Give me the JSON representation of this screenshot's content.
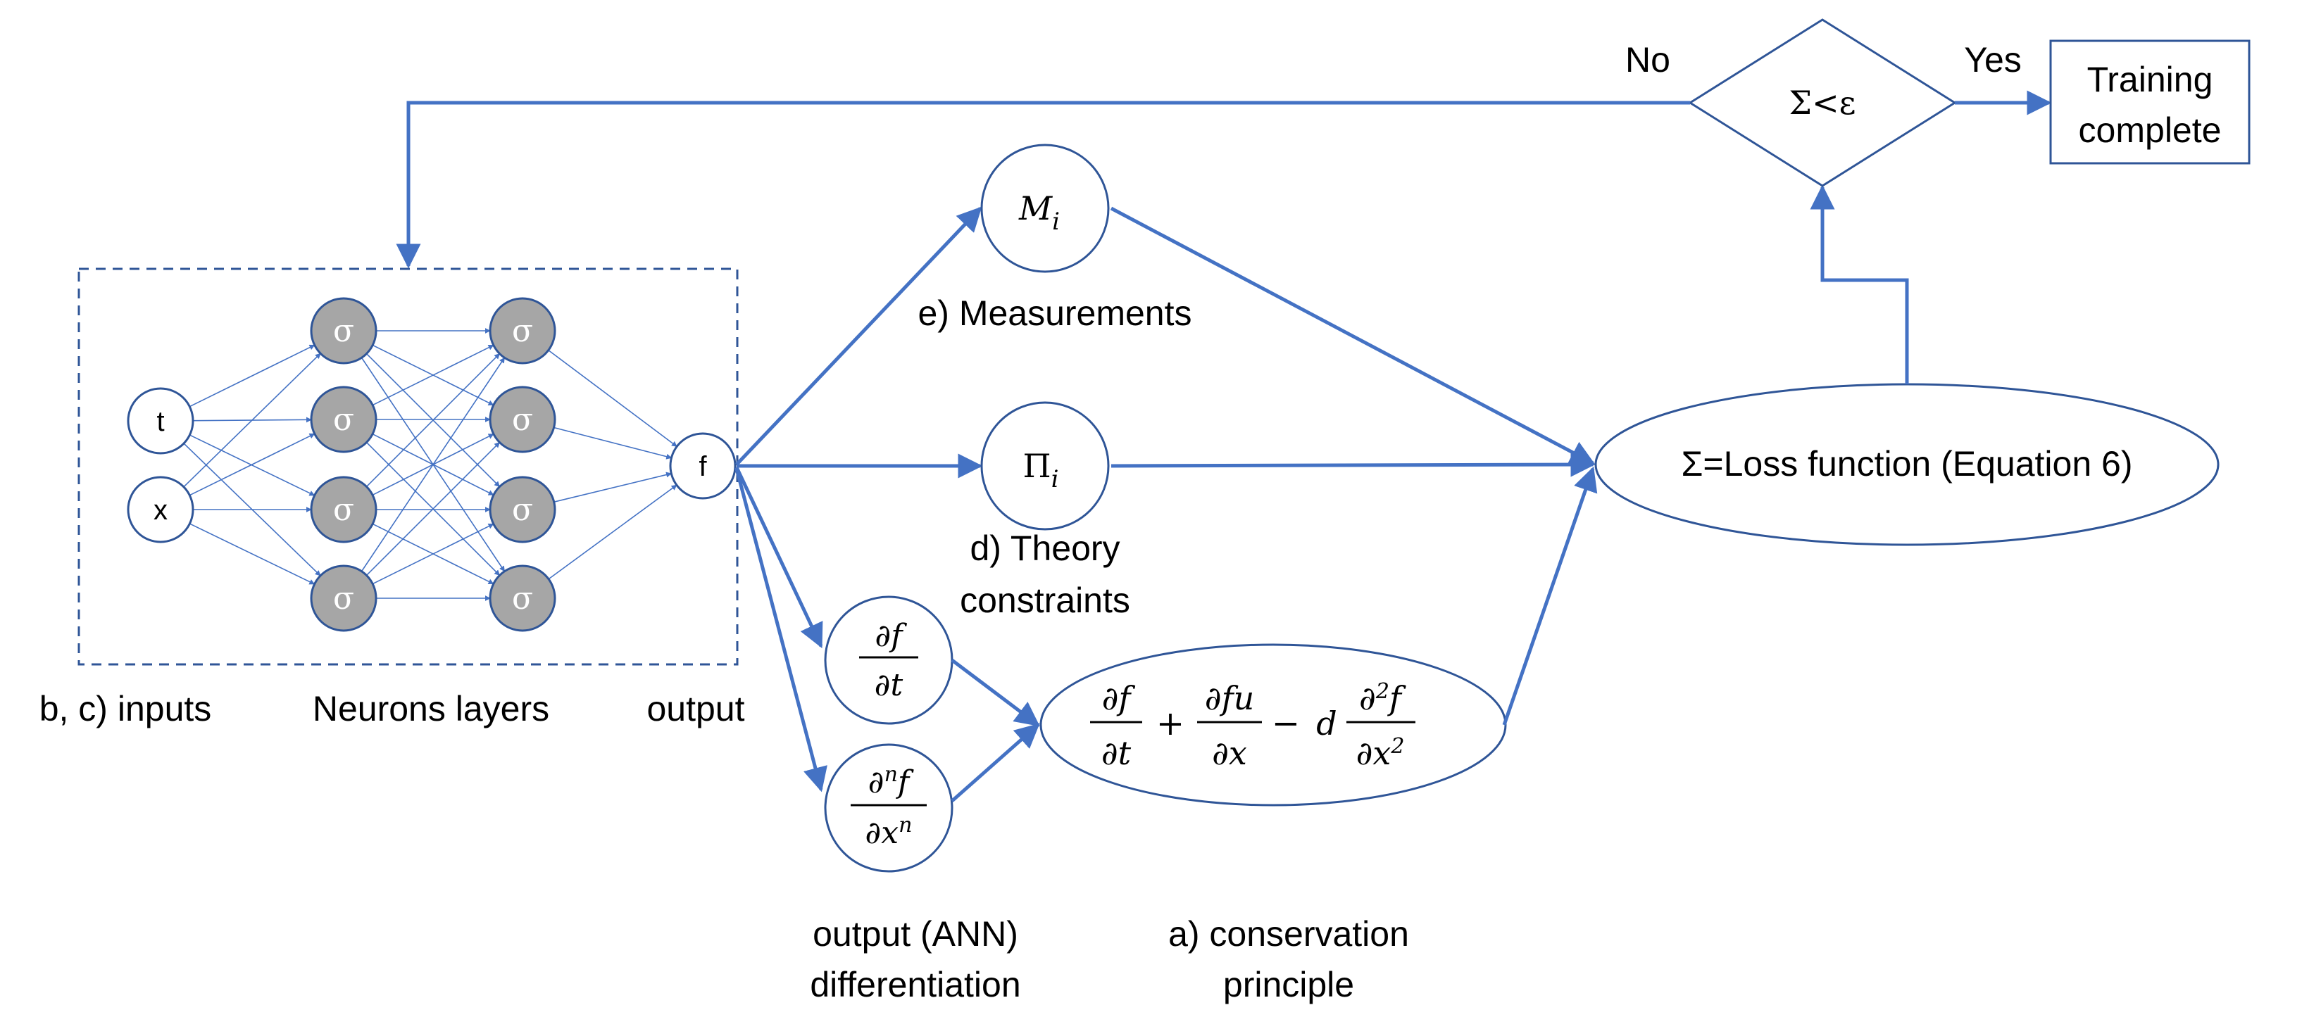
{
  "colors": {
    "line": "#4472C4",
    "neuron_fill": "#A6A6A6",
    "neuron_stroke": "#4472C4",
    "text": "#000000"
  },
  "network": {
    "inputs": [
      "t",
      "x"
    ],
    "hidden_layer_count": 2,
    "neurons_per_layer": 4,
    "activation_symbol": "σ",
    "output_symbol": "f"
  },
  "labels": {
    "inputs": "b, c) inputs",
    "neurons_layers": "Neurons layers",
    "output": "output",
    "measurements": "e) Measurements",
    "theory_line1": "d) Theory",
    "theory_line2": "constraints",
    "differentiation_line1": "output (ANN)",
    "differentiation_line2": "differentiation",
    "conservation_line1": "a) conservation",
    "conservation_line2": "principle",
    "loss": "Σ=Loss function (Equation 6)",
    "decision": "Σ<ε",
    "no": "No",
    "yes": "Yes",
    "complete_line1": "Training",
    "complete_line2": "complete"
  },
  "math": {
    "measurement_symbol": "M",
    "measurement_sub": "i",
    "theory_symbol": "Π",
    "theory_sub": "i",
    "df": "∂f",
    "dt": "∂t",
    "dnf": "∂",
    "n": "n",
    "f": "f",
    "dx": "∂x",
    "plus": "+",
    "minus": "−",
    "dfu": "∂fu",
    "d": "d",
    "d2f": "∂",
    "two": "2",
    "dx2": "∂x"
  }
}
